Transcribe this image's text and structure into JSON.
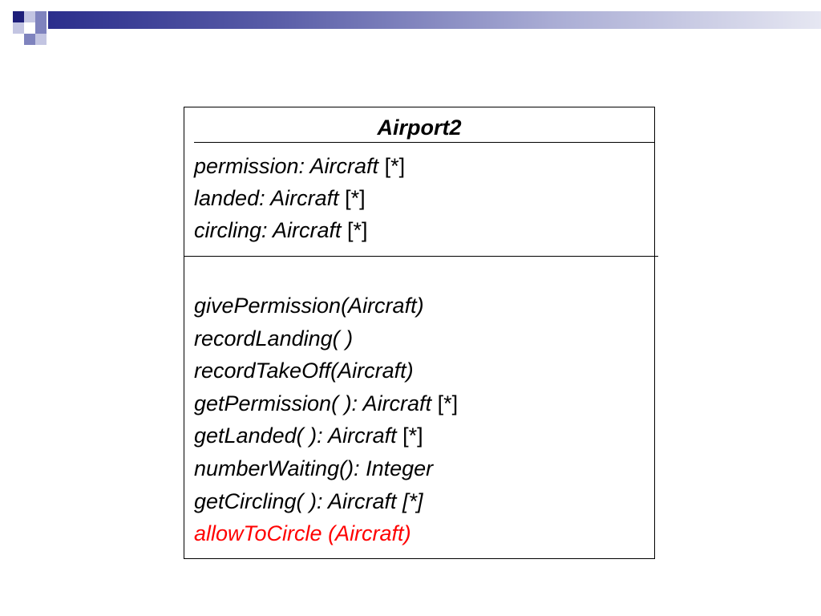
{
  "uml_class": {
    "name": "Airport2",
    "attributes": [
      {
        "signature": "permission: Aircraft",
        "multiplicity": " [*]"
      },
      {
        "signature": "landed: Aircraft",
        "multiplicity": " [*]"
      },
      {
        "signature": "circling: Aircraft",
        "multiplicity": " [*]"
      }
    ],
    "operations": [
      {
        "signature": "givePermission(Aircraft)",
        "multiplicity": ""
      },
      {
        "signature": "recordLanding(  )",
        "multiplicity": ""
      },
      {
        "signature": "recordTakeOff(Aircraft)",
        "multiplicity": ""
      },
      {
        "signature": "getPermission( ): Aircraft",
        "multiplicity": " [*]"
      },
      {
        "signature": "getLanded( ): Aircraft",
        "multiplicity": " [*]"
      },
      {
        "signature": "numberWaiting(): Integer",
        "multiplicity": ""
      },
      {
        "signature": "getCircling(  ): Aircraft [*]",
        "multiplicity": ""
      },
      {
        "signature": "allowToCircle (Aircraft)",
        "multiplicity": ""
      }
    ]
  },
  "colors": {
    "highlight_operation": "#ff0000",
    "text": "#000000"
  }
}
